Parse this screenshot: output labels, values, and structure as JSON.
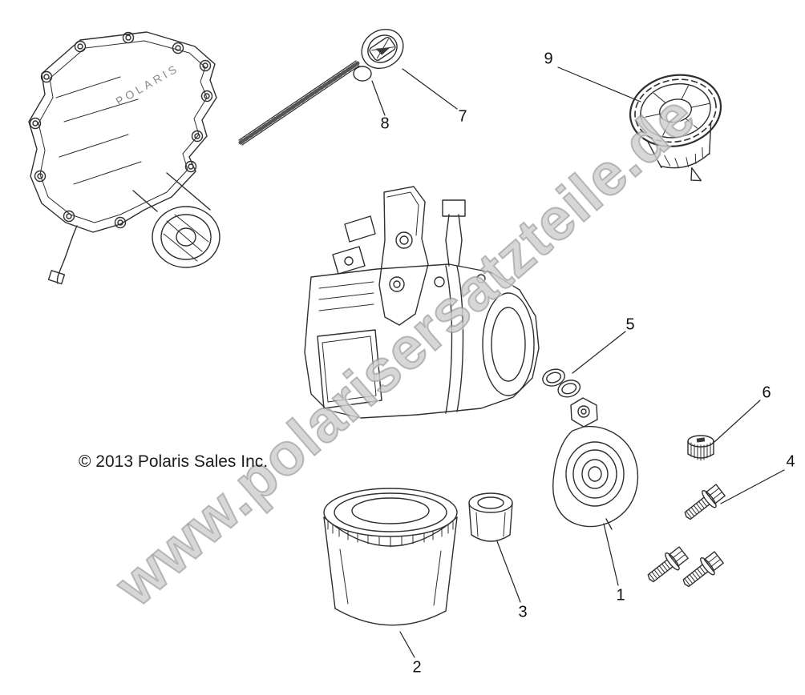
{
  "diagram": {
    "watermark_text": "www.polarisersatzteile.de",
    "copyright_text": "© 2013 Polaris Sales Inc.",
    "crankcase_label": "POLARIS",
    "callouts": [
      {
        "id": 1,
        "label": "1"
      },
      {
        "id": 2,
        "label": "2"
      },
      {
        "id": 3,
        "label": "3"
      },
      {
        "id": 4,
        "label": "4"
      },
      {
        "id": 5,
        "label": "5"
      },
      {
        "id": 6,
        "label": "6"
      },
      {
        "id": 7,
        "label": "7"
      },
      {
        "id": 8,
        "label": "8"
      },
      {
        "id": 9,
        "label": "9"
      }
    ],
    "colors": {
      "line": "#2f2f2f",
      "callout_text": "#111111",
      "watermark": "#b7b7b7",
      "background": "#ffffff"
    }
  }
}
